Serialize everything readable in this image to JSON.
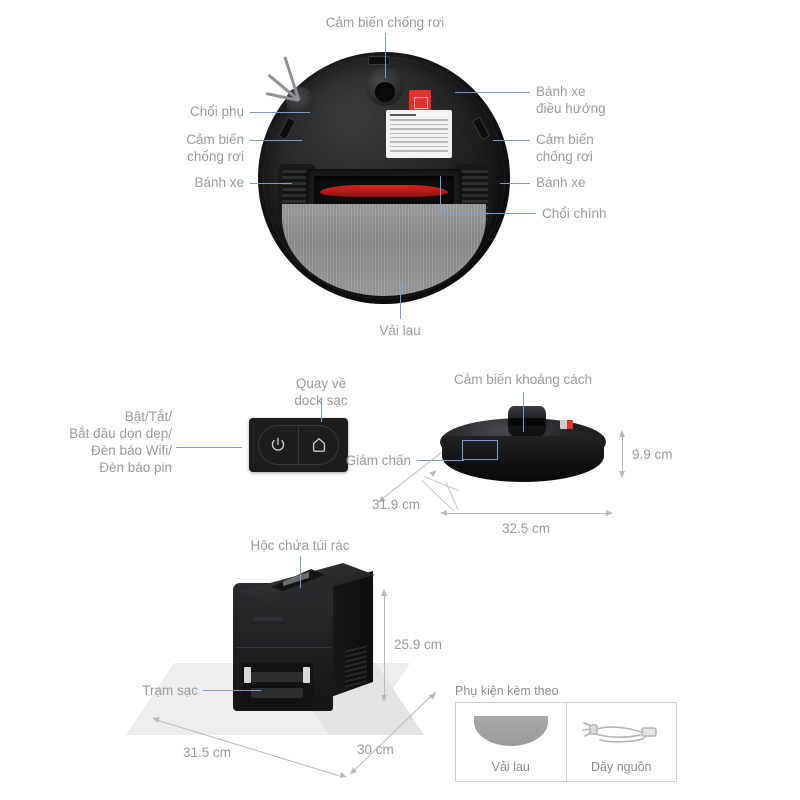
{
  "diagram": {
    "title": "Robot vacuum product diagram",
    "accent_line_color": "#7a9fc6",
    "label_text_color": "#9a9a9a",
    "dimension_line_color": "#b9b9b9"
  },
  "section_bottom_view": {
    "labels": {
      "cliff_sensor_top": "Cảm biến chống rơi",
      "side_brush": "Chổi phụ",
      "cliff_sensor_left": "Cảm biến\nchống rơi",
      "wheel_left": "Bánh xe",
      "caster_wheel": "Bánh xe\nđiều hướng",
      "cliff_sensor_right": "Cảm biến\nchống rơi",
      "wheel_right": "Bánh xe",
      "main_brush": "Chổi chính",
      "mop_cloth": "Vải lau"
    }
  },
  "section_side_view": {
    "labels": {
      "power_button": "Bật/Tắt/\nBắt đầu dọn dẹp/\nĐèn báo Wifi/\nĐèn báo pin",
      "dock_return": "Quay về\ndock sạc",
      "distance_sensor": "Cảm biến khoảng cách",
      "bumper": "Giảm chấn"
    },
    "dimensions": {
      "height": "9.9 cm",
      "depth": "31.9 cm",
      "width": "32.5 cm"
    }
  },
  "section_dock": {
    "labels": {
      "dust_bag_compartment": "Hộc chứa túi rác",
      "charging_station": "Trạm sạc"
    },
    "dimensions": {
      "height": "25.9 cm",
      "width": "31.5 cm",
      "depth": "30 cm"
    }
  },
  "section_accessories": {
    "title": "Phụ kiện kèm theo",
    "items": [
      {
        "name": "Vải lau",
        "icon": "mop-cloth-icon"
      },
      {
        "name": "Dây nguồn",
        "icon": "power-cord-icon"
      }
    ]
  }
}
